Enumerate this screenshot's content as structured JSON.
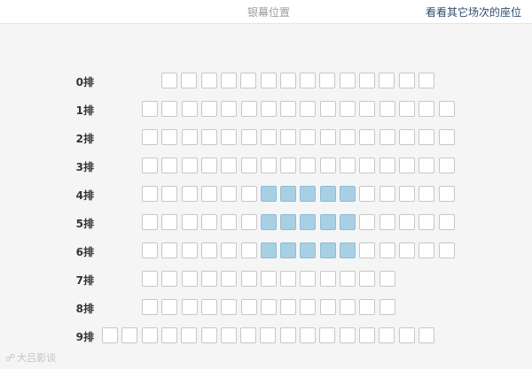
{
  "header": {
    "screen_label": "银幕位置",
    "other_shows_link": "看看其它场次的座位"
  },
  "colors": {
    "seat_available": "#ffffff",
    "seat_selected": "#a8d0e4",
    "link": "#2f4d6b"
  },
  "rows": [
    {
      "label": "0排",
      "seat_count": 14,
      "selected": []
    },
    {
      "label": "1排",
      "seat_count": 16,
      "selected": []
    },
    {
      "label": "2排",
      "seat_count": 16,
      "selected": []
    },
    {
      "label": "3排",
      "seat_count": 16,
      "selected": []
    },
    {
      "label": "4排",
      "seat_count": 16,
      "selected": [
        7,
        8,
        9,
        10,
        11
      ]
    },
    {
      "label": "5排",
      "seat_count": 16,
      "selected": [
        7,
        8,
        9,
        10,
        11
      ]
    },
    {
      "label": "6排",
      "seat_count": 16,
      "selected": [
        7,
        8,
        9,
        10,
        11
      ]
    },
    {
      "label": "7排",
      "seat_count": 13,
      "selected": []
    },
    {
      "label": "8排",
      "seat_count": 13,
      "selected": []
    },
    {
      "label": "9排",
      "seat_count": 17,
      "selected": []
    }
  ],
  "watermark": {
    "icon": "weibo-icon",
    "text": "大吕影谈"
  }
}
